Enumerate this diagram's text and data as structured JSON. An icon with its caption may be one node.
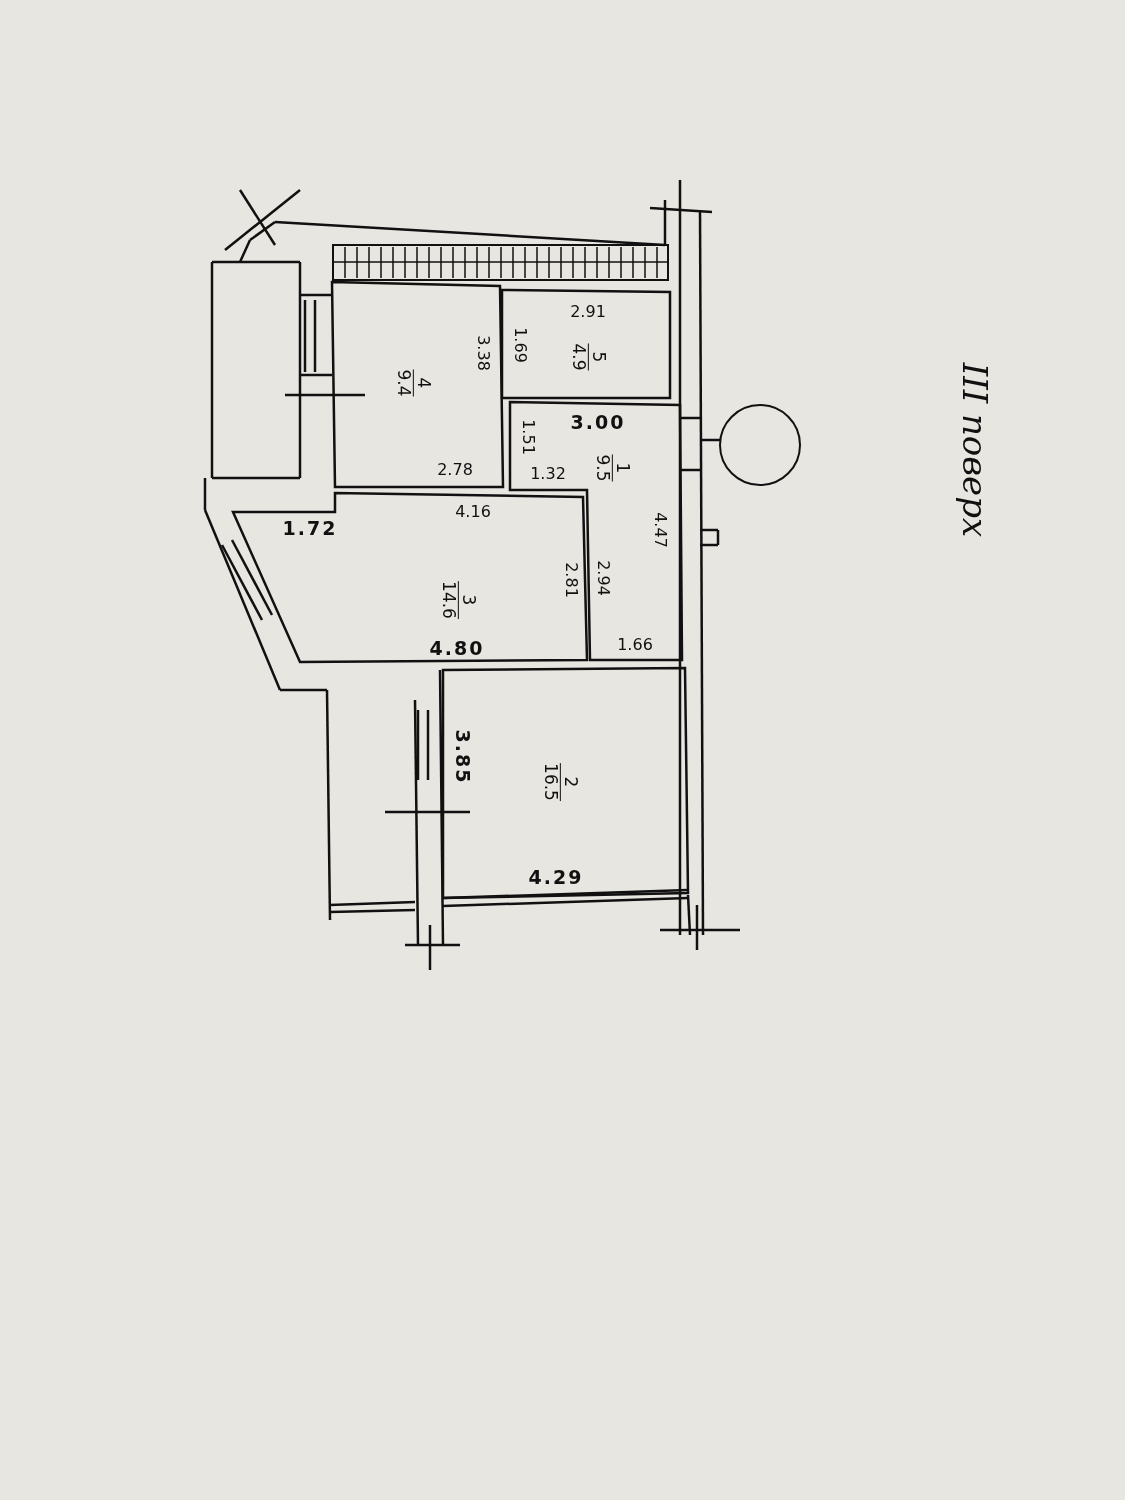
{
  "diagram": {
    "nodes": [
      {
        "text": [
          "5",
          "4.9"
        ]
      },
      {
        "text": [
          "4",
          "9.4"
        ]
      },
      {
        "text": [
          "1",
          "9.5"
        ]
      },
      {
        "text": [
          "3",
          "14.6"
        ]
      },
      {
        "text": [
          "2",
          "16.5"
        ]
      }
    ],
    "labels": [
      "III поверх",
      "2.91",
      "3.38",
      "1.69",
      "3.00",
      "1.51",
      "2.78",
      "1.32",
      "4.47",
      "4.16",
      "1.72",
      "2.81",
      "2.94",
      "4.80",
      "1.66",
      "3.85",
      "4.29"
    ]
  }
}
